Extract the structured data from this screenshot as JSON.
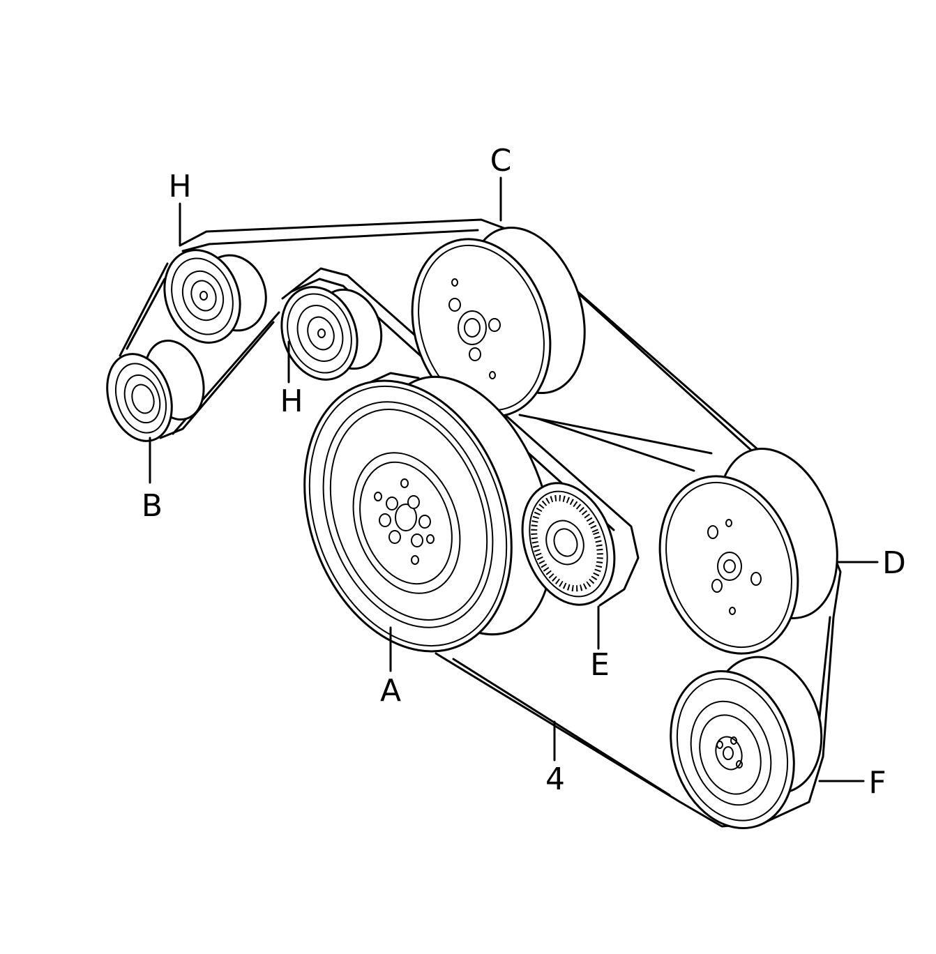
{
  "labels": {
    "a": "A",
    "b": "B",
    "c": "C",
    "d": "D",
    "e": "E",
    "f": "F",
    "h_top": "H",
    "h_mid": "H",
    "belt": "4"
  }
}
